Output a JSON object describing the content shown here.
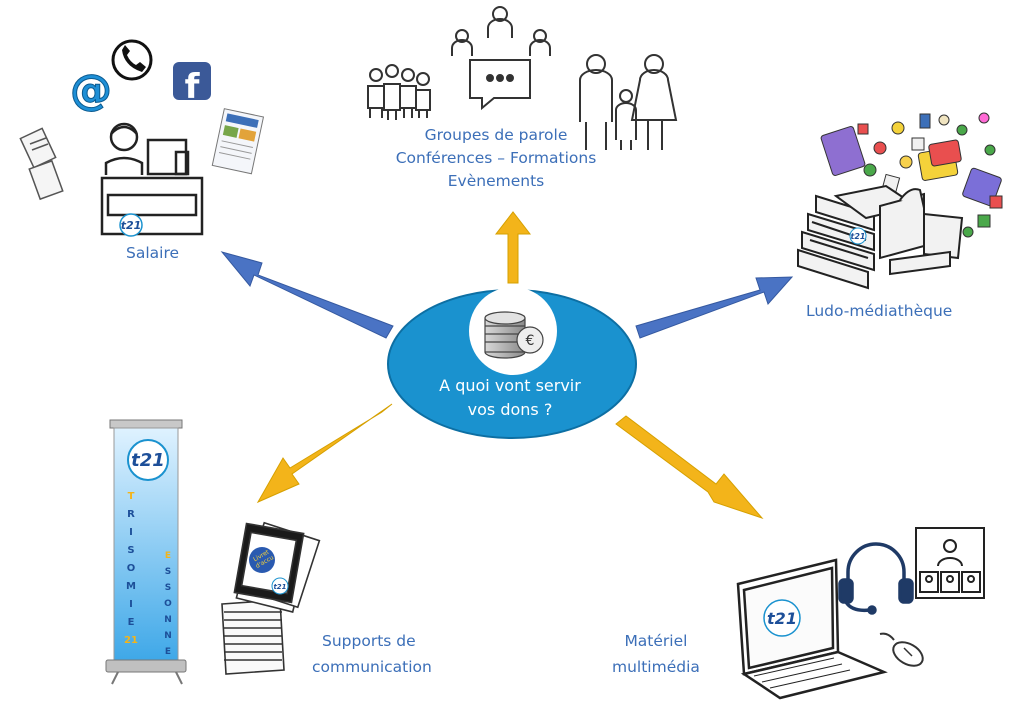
{
  "center": {
    "line1": "A quoi vont servir",
    "line2": "vos dons ?",
    "fill_color": "#1a92cf"
  },
  "nodes": {
    "events": {
      "line1": "Groupes de parole",
      "line2": "Conférences – Formations",
      "line3": "Evènements"
    },
    "salary": {
      "label": "Salaire"
    },
    "library": {
      "label": "Ludo-médiathèque"
    },
    "communication": {
      "line1": "Supports de",
      "line2": "communication"
    },
    "multimedia": {
      "line1": "Matériel",
      "line2": "multimédia"
    }
  },
  "brand": {
    "logo_text": "t21",
    "banner_left_letters": [
      "T",
      "R",
      "I",
      "S",
      "O",
      "M",
      "I",
      "E",
      "21"
    ],
    "banner_right_letters": [
      "E",
      "S",
      "S",
      "O",
      "N",
      "N",
      "E"
    ],
    "booklet_text": "Livret d'accu"
  },
  "colors": {
    "label_text": "#3c6fb8",
    "arrow_blue": "#4a73c4",
    "arrow_yellow": "#f3b41a"
  },
  "icons": [
    "at-sign-icon",
    "phone-icon",
    "facebook-icon",
    "newsletter-icon",
    "documents-icon",
    "receptionist-icon",
    "group-icon",
    "speech-bubble-icon",
    "family-icon",
    "coins-euro-icon",
    "games-icon",
    "books-icon",
    "rollup-banner-icon",
    "paper-stack-icon",
    "headset-icon",
    "video-call-icon",
    "laptop-icon",
    "mouse-icon"
  ]
}
